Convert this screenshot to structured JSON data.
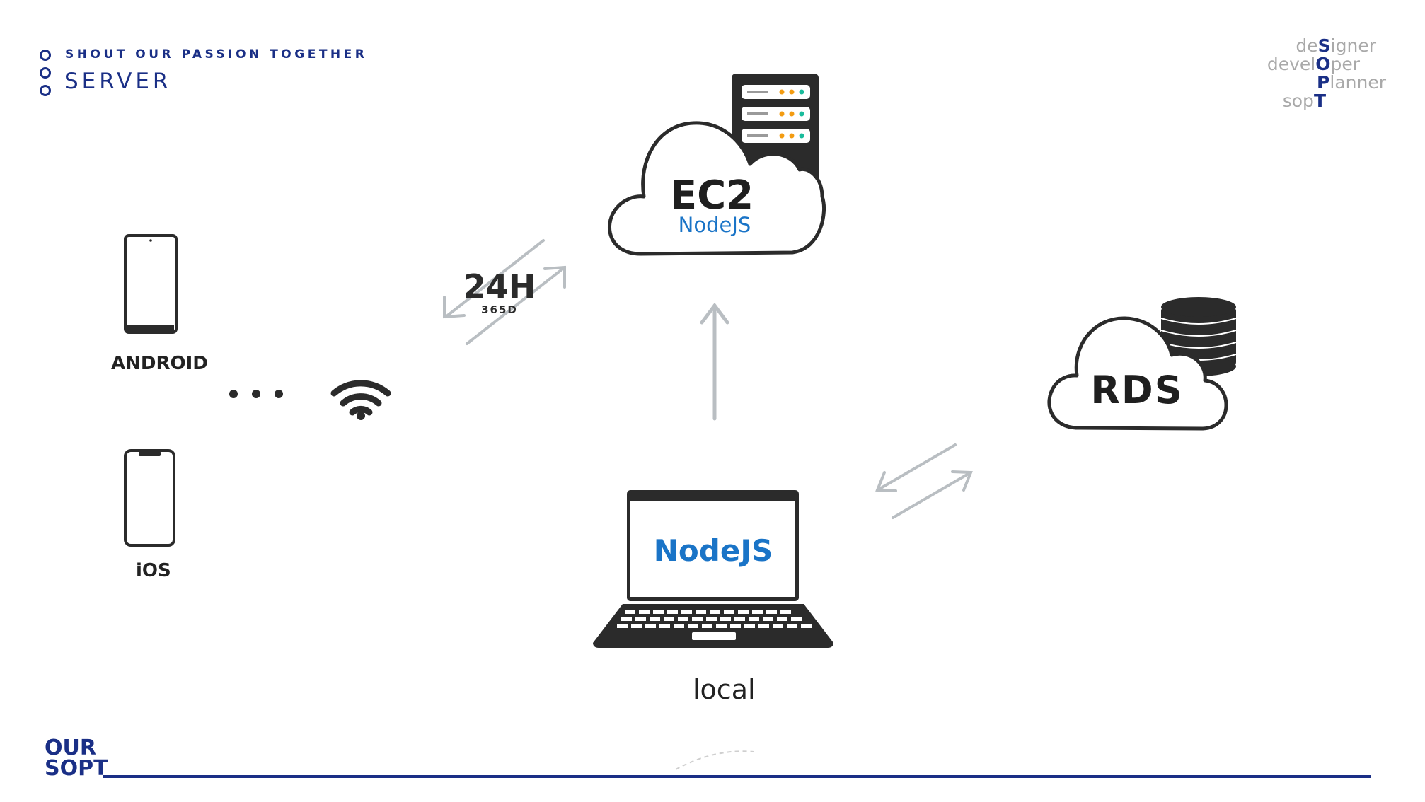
{
  "header": {
    "tagline": "SHOUT OUR PASSION TOGETHER",
    "section_title": "SERVER"
  },
  "brand": {
    "rows": [
      {
        "pre": "de",
        "acc": "S",
        "post": "igner"
      },
      {
        "pre": "devel",
        "acc": "O",
        "post": "per"
      },
      {
        "pre": "",
        "acc": "P",
        "post": "lanner"
      },
      {
        "pre": "sop",
        "acc": "T",
        "post": ""
      }
    ]
  },
  "footer": {
    "logo_line1": "OUR",
    "logo_line2": "SOPT"
  },
  "diagram": {
    "android_label": "ANDROID",
    "ios_label": "iOS",
    "ec2_title": "EC2",
    "ec2_subtitle": "NodeJS",
    "rds_title": "RDS",
    "laptop_screen_text": "NodeJS",
    "local_label": "local",
    "uptime_main": "24H",
    "uptime_sub": "365D"
  },
  "colors": {
    "brand_navy": "#1a2f86",
    "nodejs_blue": "#1a74c7",
    "icon_dark": "#2b2b2b",
    "arrow_gray": "#b9bec2"
  }
}
